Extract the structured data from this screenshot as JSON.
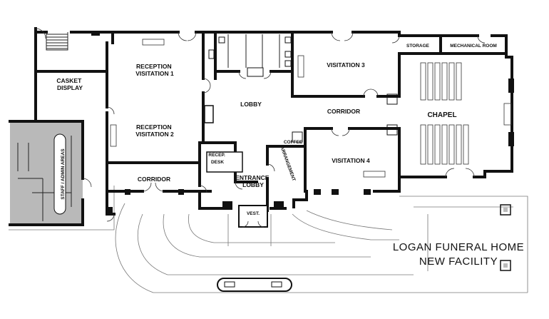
{
  "title": {
    "line1": "LOGAN FUNERAL HOME",
    "line2": "NEW FACILITY"
  },
  "rooms": {
    "casket_display": [
      "CASKET",
      "DISPLAY"
    ],
    "reception_1": [
      "RECEPTION",
      "VISITATION 1"
    ],
    "reception_2": [
      "RECEPTION",
      "VISITATION 2"
    ],
    "lobby": "LOBBY",
    "visitation_3": "VISITATION 3",
    "storage": "STORAGE",
    "mechanical": "MECHANICAL ROOM",
    "chapel": "CHAPEL",
    "corridor_east": "CORRIDOR",
    "corridor_west": "CORRIDOR",
    "coffee": "COFFEE",
    "visitation_4": "VISITATION 4",
    "arrangement": "ARRANGEMENT",
    "recep_desk": [
      "RECEP.",
      "DESK"
    ],
    "entrance_lobby": [
      "ENTRANCE",
      "LOBBY"
    ],
    "vestibule": "VEST.",
    "staff_admin": "STAFF / ADMIN AREAS"
  },
  "colors": {
    "wall": "#111111",
    "staff_fill": "#b9b9b9",
    "background": "#ffffff"
  }
}
